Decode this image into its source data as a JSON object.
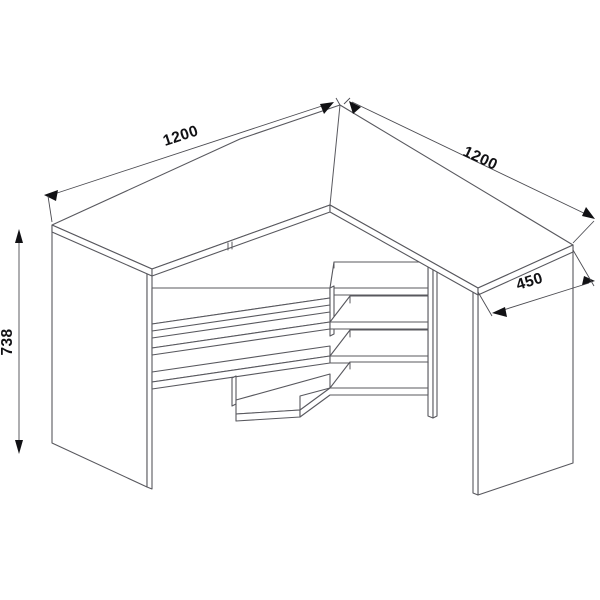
{
  "drawing": {
    "type": "isometric-technical-drawing",
    "subject": "L-shaped corner desk with open shelving",
    "background_color": "#ffffff",
    "line_color": "#58585e",
    "text_color": "#111114",
    "units": "mm"
  },
  "dimensions": {
    "left_wing_width": {
      "value": "1200",
      "label": "1200",
      "describes": "left desktop wing length"
    },
    "right_wing_width": {
      "value": "1200",
      "label": "1200",
      "describes": "right desktop wing length"
    },
    "height": {
      "value": "738",
      "label": "738",
      "describes": "overall desk height"
    },
    "depth": {
      "value": "450",
      "label": "450",
      "describes": "desktop depth"
    }
  },
  "parts": {
    "desktop": "desktop-surface",
    "left_panel": "left-side-panel",
    "right_panel": "right-side-panel",
    "center_panel": "center-divider-panel",
    "shelves": [
      "upper-left-shelf",
      "upper-right-shelf",
      "middle-left-shelf",
      "middle-right-shelf",
      "lower-left-shelf",
      "lower-right-shelf"
    ]
  }
}
